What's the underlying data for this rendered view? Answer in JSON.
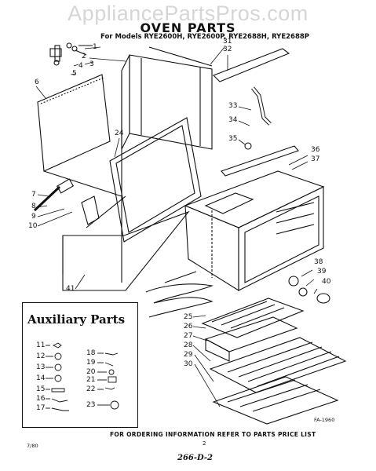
{
  "watermark": "AppliancePartsPros.com",
  "title": "OVEN PARTS",
  "models": "For Models RYE2600H, RYE2600P, RYE2688H, RYE2688P",
  "main_callouts": [
    "1",
    "2",
    "3",
    "4",
    "5",
    "6",
    "24",
    "31",
    "32",
    "33",
    "34",
    "35",
    "36",
    "37",
    "7",
    "8",
    "9",
    "10",
    "41",
    "38",
    "39",
    "40",
    "25",
    "26",
    "27",
    "28",
    "29",
    "30"
  ],
  "auxiliary": {
    "title": "Auxiliary Parts",
    "callouts": [
      "11",
      "12",
      "13",
      "14",
      "15",
      "16",
      "17",
      "18",
      "19",
      "20",
      "21",
      "22",
      "23"
    ]
  },
  "footer": "FOR ORDERING INFORMATION REFER TO PARTS PRICE LIST",
  "page_number": "2",
  "doc_number": "266-D-2",
  "code_left": "7/80",
  "code_right": "FA-1960"
}
